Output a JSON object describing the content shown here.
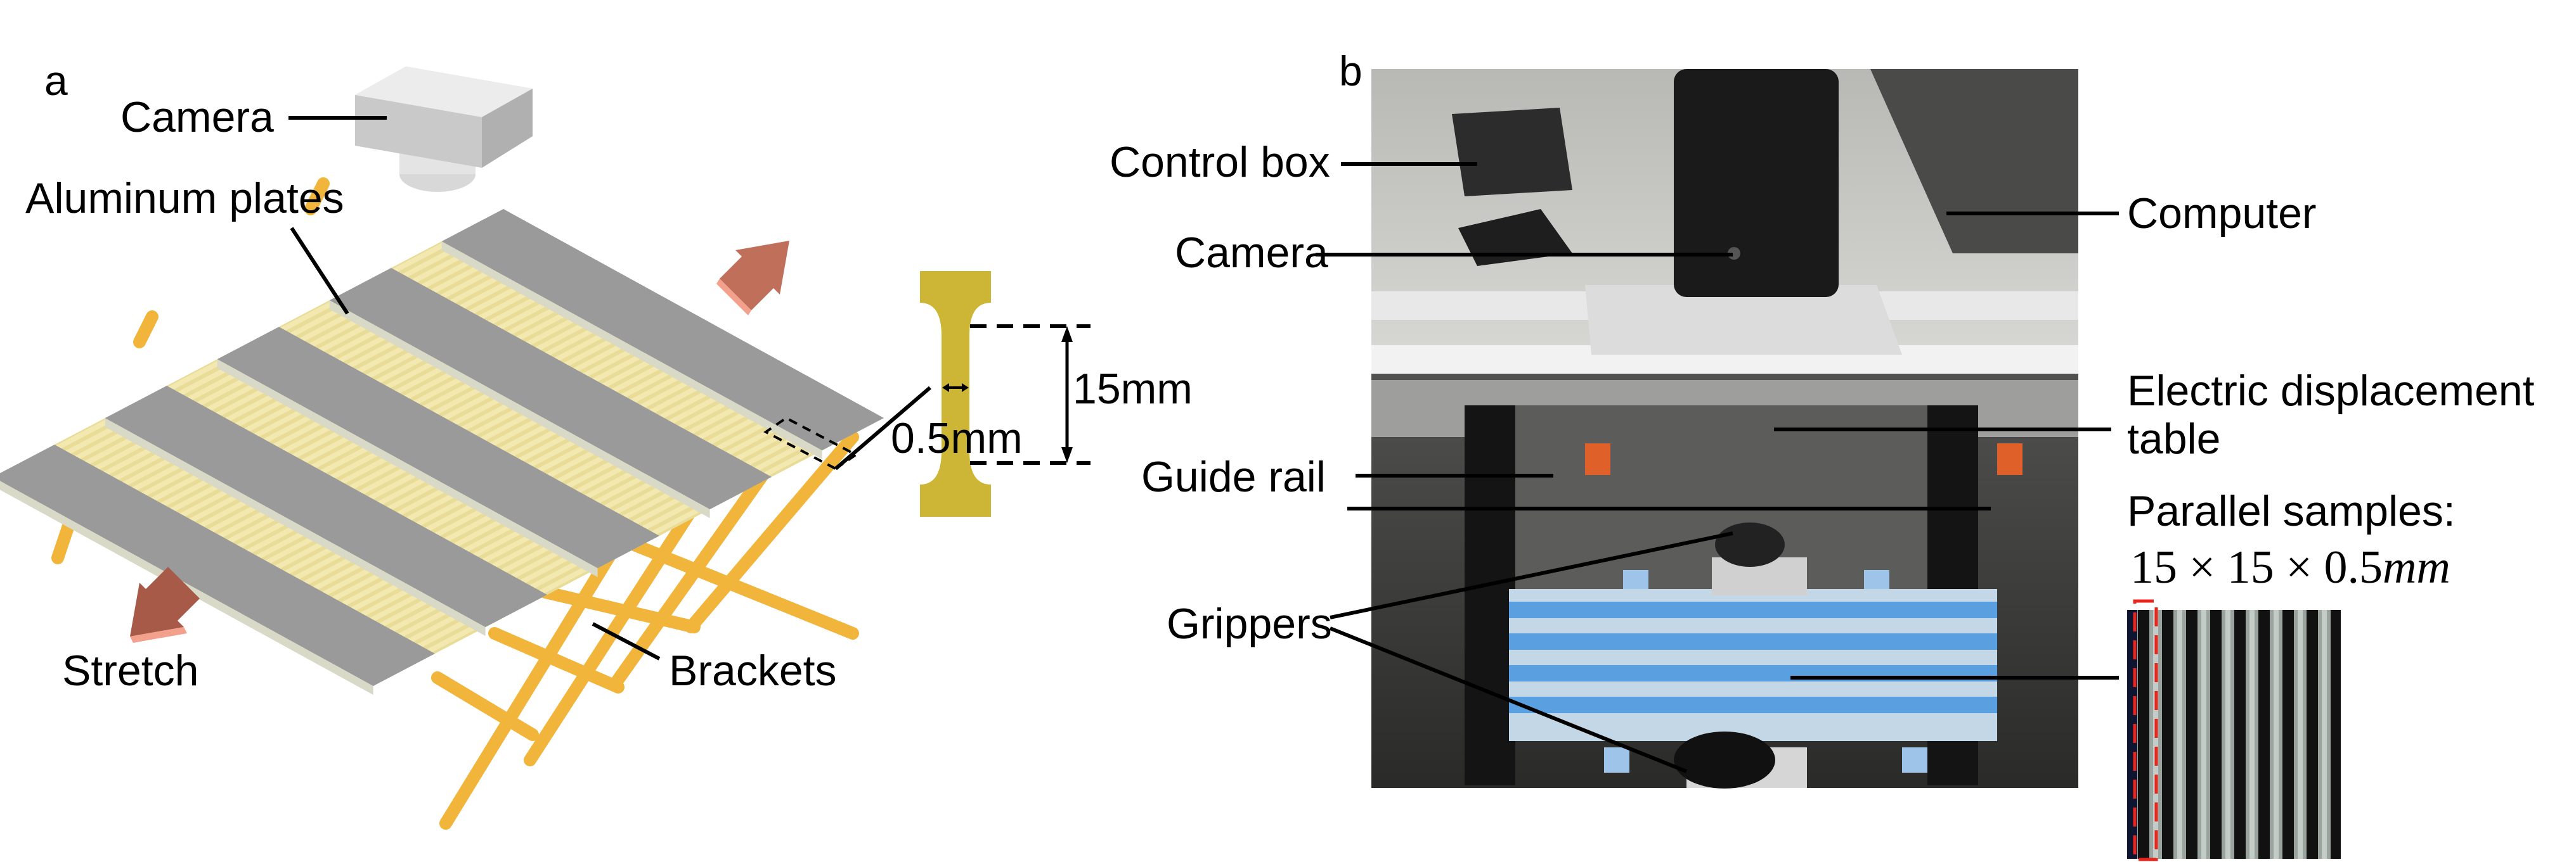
{
  "panel_a": {
    "letter": "a",
    "labels": {
      "camera": "Camera",
      "aluminum_plates": "Aluminum plates",
      "stretch": "Stretch",
      "brackets": "Brackets",
      "height_dim": "15mm",
      "width_dim": "0.5mm"
    },
    "plate_count": 5,
    "colors": {
      "plate": "#9a9a9a",
      "ribs": "#f3e9b0",
      "bracket": "#f2b53c",
      "specimen": "#cdb536",
      "arrow": "#c0705a"
    }
  },
  "panel_b": {
    "letter": "b",
    "labels": {
      "control_box": "Control box",
      "camera": "Camera",
      "computer": "Computer",
      "electric_line1": "Electric displacement",
      "electric_line2": "table",
      "guide_rail": "Guide rail",
      "grippers": "Grippers",
      "parallel_samples": "Parallel samples:",
      "sample_dims": "15 × 15 × 0.5",
      "sample_unit": "mm"
    },
    "colors": {
      "highlight_box": "#e8241c",
      "sample_strip": "#5aa0e0"
    }
  }
}
